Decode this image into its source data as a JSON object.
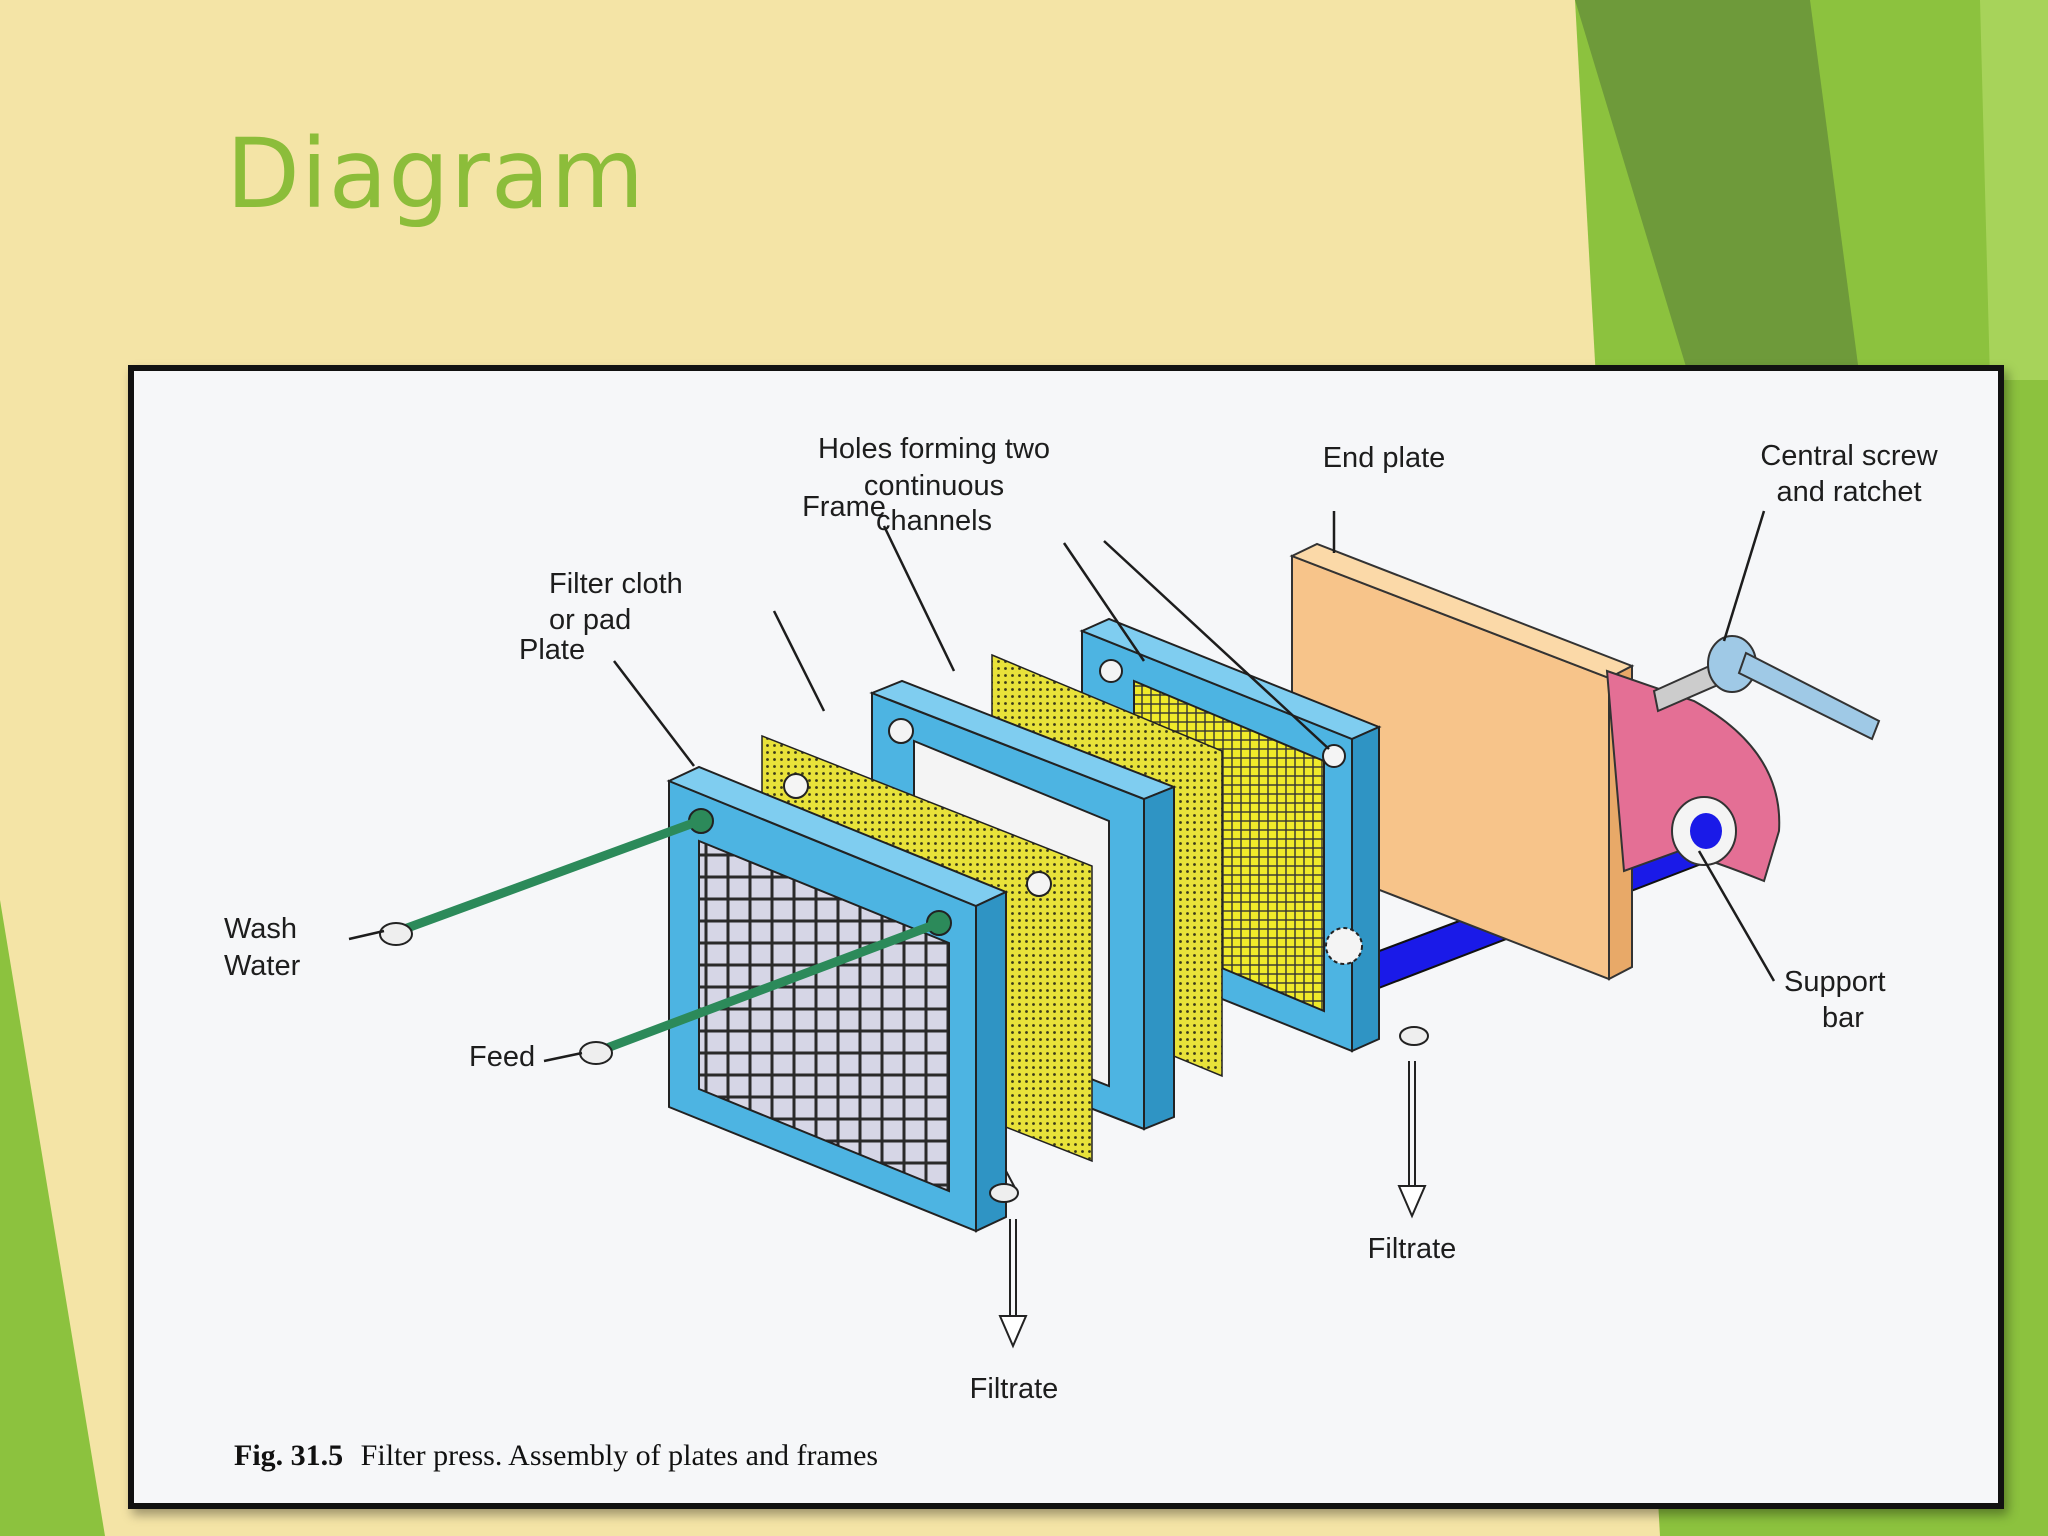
{
  "slide": {
    "title": "Diagram",
    "colors": {
      "background": "#f4e4a6",
      "title": "#8cbd3a",
      "accent_green": "#8cc23e",
      "accent_dark_green": "#6e9a3a"
    }
  },
  "figure": {
    "caption_number": "Fig. 31.5",
    "caption_text": "Filter press. Assembly of plates and frames",
    "labels": {
      "holes_1": "Holes forming two",
      "holes_2": "continuous",
      "holes_3": "channels",
      "end_plate": "End plate",
      "central_screw_1": "Central screw",
      "central_screw_2": "and ratchet",
      "frame": "Frame",
      "filter_cloth_1": "Filter cloth",
      "filter_cloth_2": "or pad",
      "plate": "Plate",
      "wash_water_1": "Wash",
      "wash_water_2": "Water",
      "feed": "Feed",
      "support_bar_1": "Support",
      "support_bar_2": "bar",
      "filtrate_right": "Filtrate",
      "filtrate_bottom": "Filtrate"
    },
    "colors": {
      "plate": "#4db4e2",
      "cloth": "#e8e23a",
      "end_plate": "#f7c48a",
      "head": "#e46f95",
      "support_bar": "#1a1ae8",
      "pipe": "#2c8a5a"
    }
  }
}
